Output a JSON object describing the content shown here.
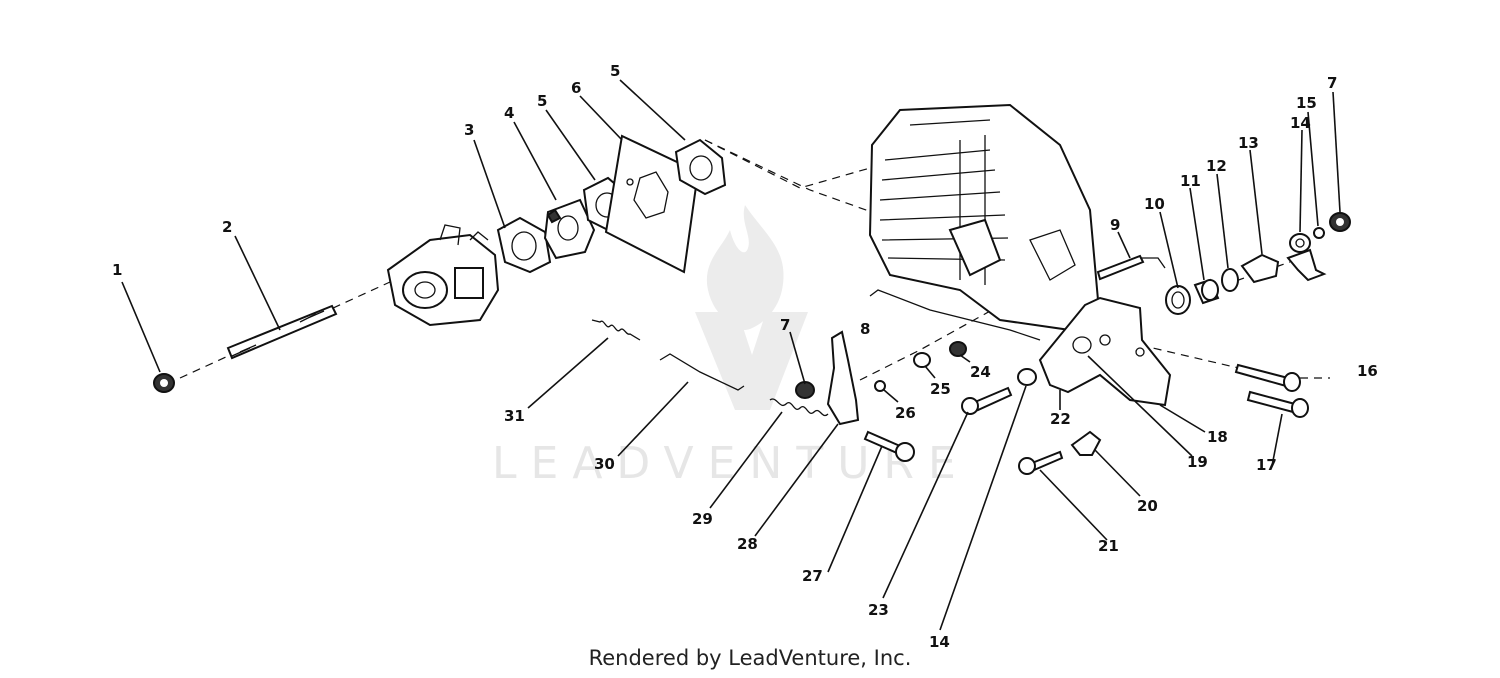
{
  "watermark": {
    "text": "LEADVENTURE"
  },
  "credit": {
    "text": "Rendered by LeadVenture, Inc."
  },
  "callouts": [
    {
      "id": "c1",
      "label": "1"
    },
    {
      "id": "c2",
      "label": "2"
    },
    {
      "id": "c3",
      "label": "3"
    },
    {
      "id": "c4",
      "label": "4"
    },
    {
      "id": "c5a",
      "label": "5"
    },
    {
      "id": "c6",
      "label": "6"
    },
    {
      "id": "c5b",
      "label": "5"
    },
    {
      "id": "c7a",
      "label": "7"
    },
    {
      "id": "c8",
      "label": "8"
    },
    {
      "id": "c9",
      "label": "9"
    },
    {
      "id": "c10",
      "label": "10"
    },
    {
      "id": "c11",
      "label": "11"
    },
    {
      "id": "c12",
      "label": "12"
    },
    {
      "id": "c13",
      "label": "13"
    },
    {
      "id": "c14a",
      "label": "14"
    },
    {
      "id": "c15",
      "label": "15"
    },
    {
      "id": "c7b",
      "label": "7"
    },
    {
      "id": "c16",
      "label": "16"
    },
    {
      "id": "c17",
      "label": "17"
    },
    {
      "id": "c18",
      "label": "18"
    },
    {
      "id": "c19",
      "label": "19"
    },
    {
      "id": "c20",
      "label": "20"
    },
    {
      "id": "c21",
      "label": "21"
    },
    {
      "id": "c22",
      "label": "22"
    },
    {
      "id": "c23",
      "label": "23"
    },
    {
      "id": "c14b",
      "label": "14"
    },
    {
      "id": "c24",
      "label": "24"
    },
    {
      "id": "c25",
      "label": "25"
    },
    {
      "id": "c26",
      "label": "26"
    },
    {
      "id": "c27",
      "label": "27"
    },
    {
      "id": "c28",
      "label": "28"
    },
    {
      "id": "c29",
      "label": "29"
    },
    {
      "id": "c30",
      "label": "30"
    },
    {
      "id": "c31",
      "label": "31"
    }
  ]
}
